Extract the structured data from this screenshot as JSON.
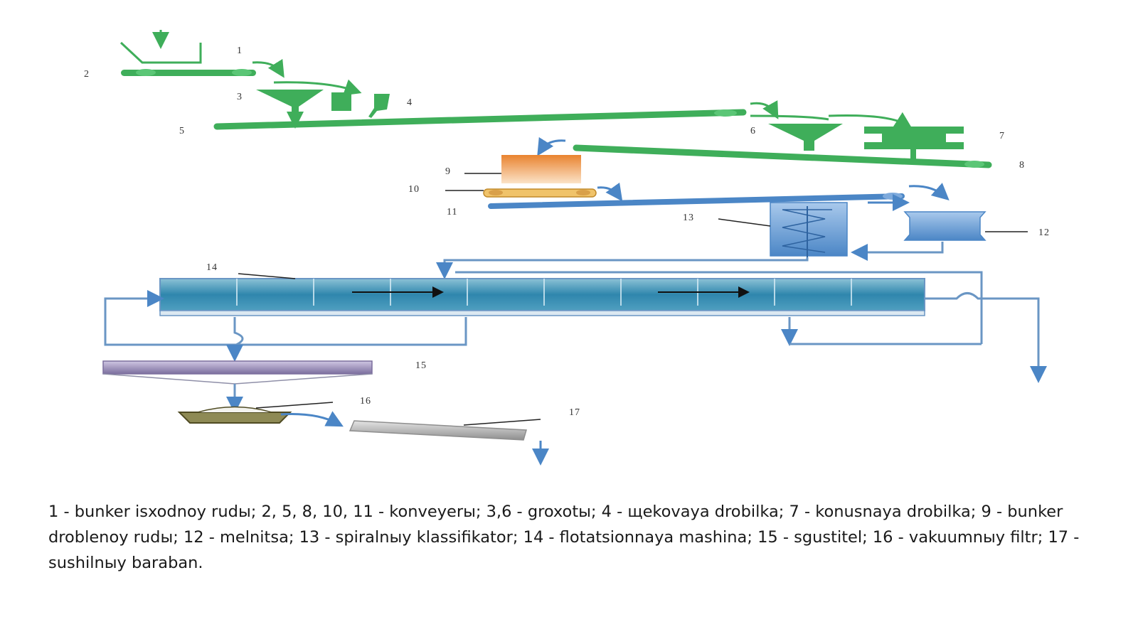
{
  "labels": {
    "n1": "1",
    "n2": "2",
    "n3": "3",
    "n4": "4",
    "n5": "5",
    "n6": "6",
    "n7": "7",
    "n8": "8",
    "n9": "9",
    "n10": "10",
    "n11": "11",
    "n12": "12",
    "n13": "13",
    "n14": "14",
    "n15": "15",
    "n16": "16",
    "n17": "17"
  },
  "caption": "1 - bunker isxodnoy rudы; 2, 5, 8, 10, 11 - konveyerы; 3,6 - groxotы; 4 - щekovaya drobilka; 7 - konusnaya drobilka; 9 - bunker droblenoy rudы; 12 - melnitsa; 13 - spiralnыy klassifikator; 14 - flotatsionnaya mashina; 15 - sgustitel; 16 - vakuumnыy filtr; 17 - sushilnыy baraban.",
  "colors": {
    "green": "#3fae5a",
    "blue": "#4b86c6",
    "orange": "#e98b3a",
    "lavender": "#9c8fb8",
    "tank": "#3f8fb0",
    "pipe": "#6a96c4",
    "gray": "#9d9d9d",
    "olive": "#6f6a35"
  }
}
